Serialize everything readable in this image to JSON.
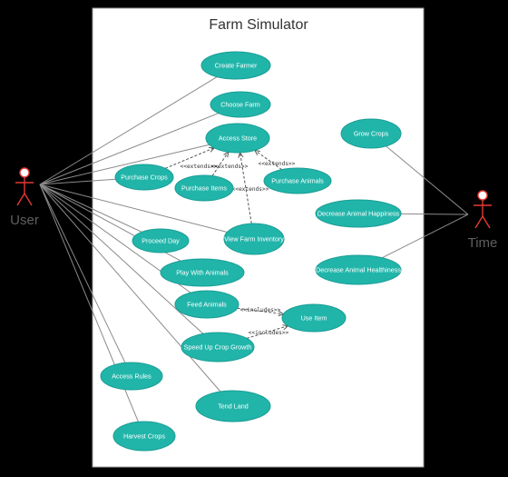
{
  "system": {
    "title": "Farm Simulator"
  },
  "actors": [
    {
      "id": "user",
      "label": "User"
    },
    {
      "id": "time",
      "label": "Time"
    }
  ],
  "use_cases": [
    {
      "id": "create_farmer",
      "label": "Create Farmer"
    },
    {
      "id": "choose_farm",
      "label": "Choose Farm"
    },
    {
      "id": "access_store",
      "label": "Access Store"
    },
    {
      "id": "purchase_crops",
      "label": "Purchase Crops"
    },
    {
      "id": "purchase_items",
      "label": "Purchase Items"
    },
    {
      "id": "purchase_animals",
      "label": "Purchase Animals"
    },
    {
      "id": "view_farm_inventory",
      "label": "View Farm Inventory"
    },
    {
      "id": "proceed_day",
      "label": "Proceed Day"
    },
    {
      "id": "play_with_animals",
      "label": "Play With Animals"
    },
    {
      "id": "feed_animals",
      "label": "Feed Animals"
    },
    {
      "id": "use_item",
      "label": "Use Item"
    },
    {
      "id": "speed_up_crop_growth",
      "label": "Speed Up Crop Growth"
    },
    {
      "id": "access_rules",
      "label": "Access Rules"
    },
    {
      "id": "tend_land",
      "label": "Tend Land"
    },
    {
      "id": "harvest_crops",
      "label": "Harvest Crops"
    },
    {
      "id": "grow_crops",
      "label": "Grow Crops"
    },
    {
      "id": "decrease_animal_happiness",
      "label": "Decrease Animal Happiness"
    },
    {
      "id": "decrease_animal_healthiness",
      "label": "Decrease Animal Healthiness"
    }
  ],
  "relations": [
    {
      "from": "purchase_crops",
      "to": "access_store",
      "label": "<<extends>>"
    },
    {
      "from": "purchase_items",
      "to": "access_store",
      "label": "<<extends>>"
    },
    {
      "from": "purchase_animals",
      "to": "access_store",
      "label": "<<extends>>"
    },
    {
      "from": "view_farm_inventory",
      "to": "access_store",
      "label": "<<extends>>"
    },
    {
      "from": "feed_animals",
      "to": "use_item",
      "label": "<<includes>>"
    },
    {
      "from": "speed_up_crop_growth",
      "to": "use_item",
      "label": "<<includes>>"
    }
  ]
}
